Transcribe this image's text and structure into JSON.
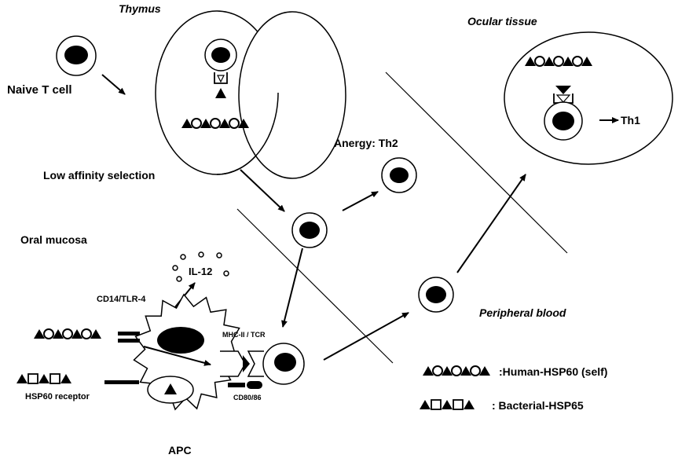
{
  "labels": {
    "thymus": "Thymus",
    "ocular_tissue": "Ocular tissue",
    "naive_t_cell": "Naive  T cell",
    "th1": "Th1",
    "anergy_th2": "Anergy: Th2",
    "low_affinity_selection": "Low affinity selection",
    "oral_mucosa": "Oral mucosa",
    "il12": "IL-12",
    "cd14_tlr4": "CD14/TLR-4",
    "mhc_tcr": "MHC-II / TCR",
    "peripheral_blood": "Peripheral blood",
    "hsp60_receptor": "HSP60 receptor",
    "cd80_86": "CD80/86",
    "apc": "APC"
  },
  "legend": {
    "human": ":Human-HSP60 (self)",
    "bacterial": ": Bacterial-HSP65"
  }
}
